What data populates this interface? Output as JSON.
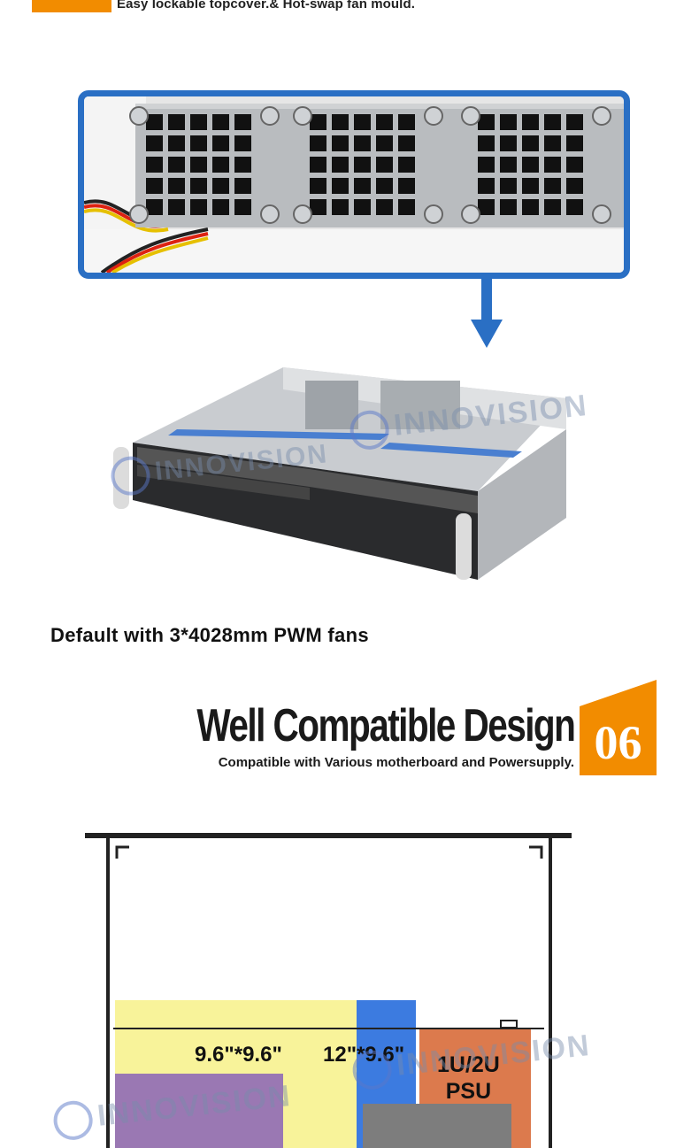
{
  "top_caption": "Easy lockable topcover.& Hot-swap fan mould.",
  "fan_caption": "Default with 3*4028mm PWM fans",
  "section": {
    "title": "Well Compatible Design",
    "subtitle": "Compatible with Various motherboard and Powersupply.",
    "number": "06"
  },
  "diagram": {
    "label_atx": "9.6\"*9.6\"",
    "label_eatx": "12\"*9.6\"",
    "label_psu_line1": "1U/2U",
    "label_psu_line2": "PSU"
  },
  "watermarks": [
    "INNOVISION",
    "INNOVISION",
    "INNOVISION",
    "INNOVISION"
  ],
  "colors": {
    "accent_orange": "#f28c00",
    "frame_blue": "#2a6fc4",
    "atx_yellow": "#f8f39a",
    "eatx_blue": "#3c7be0",
    "psu_orange": "#dc7a4d",
    "board_purple": "#9a78b3",
    "gray_block": "#7d7d7d"
  }
}
